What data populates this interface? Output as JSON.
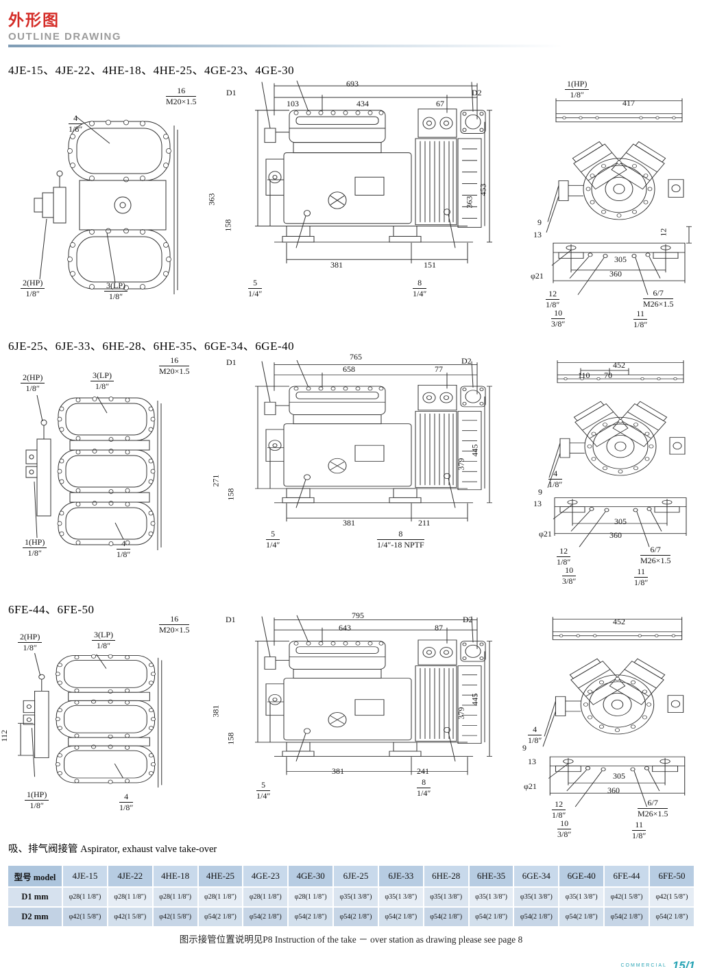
{
  "header": {
    "title_cn": "外形图",
    "title_en": "OUTLINE DRAWING"
  },
  "sections": [
    {
      "title": "4JE-15、4JE-22、4HE-18、4HE-25、4GE-23、4GE-30",
      "left": {
        "top_num": "4",
        "top_size": "1/8″",
        "hp_num": "2(HP)",
        "hp_size": "1/8″",
        "lp_num": "3(LP)",
        "lp_size": "1/8″"
      },
      "front": {
        "bolt_num": "16",
        "bolt_thread": "M20×1.5",
        "d1": "D1",
        "d2": "D2",
        "dim_total": "693",
        "dim_a": "103",
        "dim_b": "434",
        "dim_c": "67",
        "dim_h_left1": "363",
        "dim_h_left2": "158",
        "dim_h_right1": "453",
        "dim_h_right2": "363",
        "dim_e": "381",
        "dim_f": "151",
        "p5_num": "5",
        "p5_size": "1/4″",
        "p8_num": "8",
        "p8_size": "1/4″"
      },
      "side": {
        "hp_num": "1(HP)",
        "hp_size": "1/8″",
        "dim_w": "417",
        "n9": "9",
        "n13": "13",
        "n12": "12",
        "dia": "φ21",
        "dim_g": "305",
        "dim_h": "360",
        "p12_num": "12",
        "p12_size": "1/8″",
        "p10_num": "10",
        "p10_size": "3/8″",
        "p67_num": "6/7",
        "p67_size": "M26×1.5",
        "p11_num": "11",
        "p11_size": "1/8″"
      }
    },
    {
      "title": "6JE-25、6JE-33、6HE-28、6HE-35、6GE-34、6GE-40",
      "left": {
        "hp2_num": "2(HP)",
        "hp2_size": "1/8″",
        "lp_num": "3(LP)",
        "lp_size": "1/8″",
        "hp1_num": "1(HP)",
        "hp1_size": "1/8″",
        "p4_num": "4",
        "p4_size": "1/8″"
      },
      "front": {
        "bolt_num": "16",
        "bolt_thread": "M20×1.5",
        "d1": "D1",
        "d2": "D2",
        "dim_total": "765",
        "dim_a": "658",
        "dim_c": "77",
        "dim_h_left1": "271",
        "dim_h_left2": "158",
        "dim_h_right1": "379",
        "dim_h_right2": "445",
        "dim_e": "381",
        "dim_f": "211",
        "p5_num": "5",
        "p5_size": "1/4″",
        "p8_num": "8",
        "p8_size": "1/4″-18 NPTF"
      },
      "side": {
        "dim_w": "452",
        "dim_a": "110",
        "dim_b": "70",
        "p4_num": "4",
        "p4_size": "1/8″",
        "n9": "9",
        "n13": "13",
        "dia": "φ21",
        "dim_g": "305",
        "dim_h": "360",
        "p12_num": "12",
        "p12_size": "1/8″",
        "p10_num": "10",
        "p10_size": "3/8″",
        "p67_num": "6/7",
        "p67_size": "M26×1.5",
        "p11_num": "11",
        "p11_size": "1/8″"
      }
    },
    {
      "title": "6FE-44、6FE-50",
      "left": {
        "hp2_num": "2(HP)",
        "hp2_size": "1/8″",
        "lp_num": "3(LP)",
        "lp_size": "1/8″",
        "dim_v": "112",
        "hp1_num": "1(HP)",
        "hp1_size": "1/8″",
        "p4_num": "4",
        "p4_size": "1/8″"
      },
      "front": {
        "bolt_num": "16",
        "bolt_thread": "M20×1.5",
        "d1": "D1",
        "d2": "D2",
        "dim_total": "795",
        "dim_a": "643",
        "dim_c": "87",
        "dim_h_left1": "381",
        "dim_h_left2": "158",
        "dim_h_right1": "379",
        "dim_h_right2": "445",
        "dim_e": "381",
        "dim_f": "241",
        "p5_num": "5",
        "p5_size": "1/4″",
        "p8_num": "8",
        "p8_size": "1/4″"
      },
      "side": {
        "dim_w": "452",
        "p4_num": "4",
        "p4_size": "1/8″",
        "n9": "9",
        "n13": "13",
        "dia": "φ21",
        "dim_g": "305",
        "dim_h": "360",
        "p12_num": "12",
        "p12_size": "1/8″",
        "p10_num": "10",
        "p10_size": "3/8″",
        "p67_num": "6/7",
        "p67_size": "M26×1.5",
        "p11_num": "11",
        "p11_size": "1/8″"
      }
    }
  ],
  "note": {
    "text": "吸、排气阀接管 Aspirator, exhaust valve take-over"
  },
  "table": {
    "header_model": "型号 model",
    "models": [
      "4JE-15",
      "4JE-22",
      "4HE-18",
      "4HE-25",
      "4GE-23",
      "4GE-30",
      "6JE-25",
      "6JE-33",
      "6HE-28",
      "6HE-35",
      "6GE-34",
      "6GE-40",
      "6FE-44",
      "6FE-50"
    ],
    "rows": [
      {
        "label": "D1 mm",
        "values": [
          "φ28(1 1/8″)",
          "φ28(1 1/8″)",
          "φ28(1 1/8″)",
          "φ28(1 1/8″)",
          "φ28(1 1/8″)",
          "φ28(1 1/8″)",
          "φ35(1 3/8″)",
          "φ35(1 3/8″)",
          "φ35(1 3/8″)",
          "φ35(1 3/8″)",
          "φ35(1 3/8″)",
          "φ35(1 3/8″)",
          "φ42(1 5/8″)",
          "φ42(1 5/8″)"
        ]
      },
      {
        "label": "D2 mm",
        "values": [
          "φ42(1 5/8″)",
          "φ42(1 5/8″)",
          "φ42(1 5/8″)",
          "φ54(2 1/8″)",
          "φ54(2 1/8″)",
          "φ54(2 1/8″)",
          "φ54(2 1/8″)",
          "φ54(2 1/8″)",
          "φ54(2 1/8″)",
          "φ54(2 1/8″)",
          "φ54(2 1/8″)",
          "φ54(2 1/8″)",
          "φ54(2 1/8″)",
          "φ54(2 1/8″)"
        ]
      }
    ]
  },
  "footer": {
    "note": "图示接管位置说明见P8   Instruction of the take － over station as drawing please see page 8",
    "brand": "COMMERCIAL",
    "page": "15/1"
  }
}
